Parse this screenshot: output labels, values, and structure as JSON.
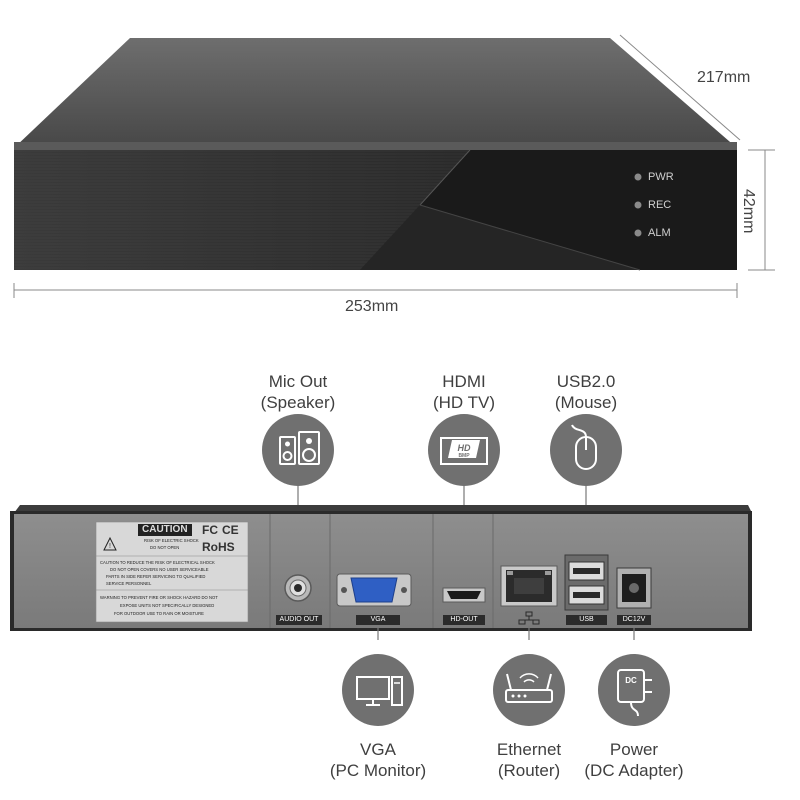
{
  "dimensions": {
    "depth": "217mm",
    "height": "42mm",
    "width": "253mm"
  },
  "front_panel": {
    "leds": [
      "PWR",
      "REC",
      "ALM"
    ]
  },
  "top_callouts": [
    {
      "title": "Mic Out",
      "subtitle": "(Speaker)",
      "icon": "speaker-icon"
    },
    {
      "title": "HDMI",
      "subtitle": "(HD TV)",
      "icon": "hdmi-icon",
      "badge_top": "HD",
      "badge_bottom": "BMP"
    },
    {
      "title": "USB2.0",
      "subtitle": "(Mouse)",
      "icon": "mouse-icon"
    }
  ],
  "bottom_callouts": [
    {
      "title": "VGA",
      "subtitle": "(PC Monitor)",
      "icon": "monitor-icon"
    },
    {
      "title": "Ethernet",
      "subtitle": "(Router)",
      "icon": "router-icon"
    },
    {
      "title": "Power",
      "subtitle": "(DC Adapter)",
      "icon": "dc-adapter-icon",
      "badge": "DC"
    }
  ],
  "rear_panel": {
    "port_labels": {
      "audio": "AUDIO OUT",
      "vga": "VGA",
      "hdmi": "HD-OUT",
      "usb": "USB",
      "dc": "DC12V"
    },
    "caution": {
      "title": "CAUTION",
      "subtitle_lines": [
        "RISK OF ELECTRIC SHOCK",
        "DO NOT OPEN"
      ],
      "body_lines": [
        "CAUTION TO REDUCE THE RISK OF ELECTRICAL SHOCK",
        "DO NOT OPEN COVERS NO USER SERVICEABLE",
        "PARTS IN SIDE REFER SERVICING TO QUALIFIED",
        "SERVICE PERSONNEL"
      ],
      "warning_lines": [
        "WARNING TO PREVENT FIRE OR SHOCK HAZARD DO NOT",
        "EXPOSE UNITS NOT SPECIFICALLY DESIGNED",
        "FOR OUTDOOR USE TO RAIN OR MOISTURE"
      ]
    },
    "cert_marks": {
      "fc": "FC",
      "ce": "CE",
      "rohs": "RoHS"
    }
  }
}
